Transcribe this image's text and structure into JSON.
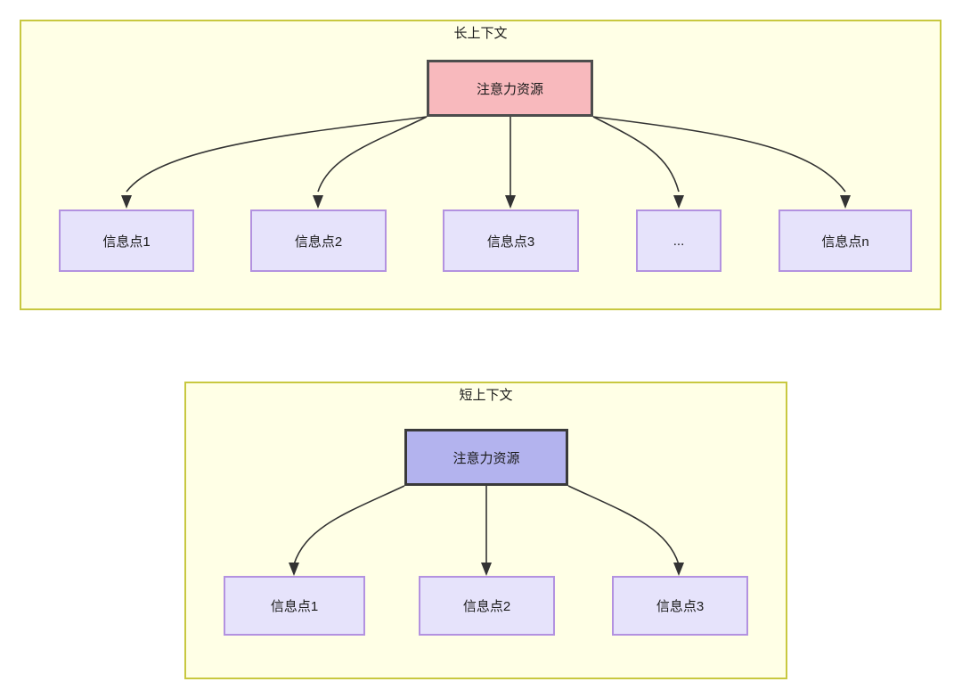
{
  "diagram": {
    "title_long": "长上下文",
    "title_short": "短上下文",
    "colors": {
      "panel_fill": "#ffffe6",
      "panel_border": "#c8c840",
      "attention_long_fill": "#f8b9bd",
      "attention_long_border": "#4d4d4d",
      "attention_short_fill": "#b3b3ee",
      "attention_short_border": "#3a3a3a",
      "info_fill": "#e6e3fb",
      "info_border": "#b392e0",
      "edge": "#333333",
      "text": "#1a1a1a"
    }
  },
  "long_context": {
    "title": "长上下文",
    "attention": {
      "label": "注意力资源"
    },
    "info_points": [
      {
        "label": "信息点1"
      },
      {
        "label": "信息点2"
      },
      {
        "label": "信息点3"
      },
      {
        "label": "..."
      },
      {
        "label": "信息点n"
      }
    ]
  },
  "short_context": {
    "title": "短上下文",
    "attention": {
      "label": "注意力资源"
    },
    "info_points": [
      {
        "label": "信息点1"
      },
      {
        "label": "信息点2"
      },
      {
        "label": "信息点3"
      }
    ]
  }
}
